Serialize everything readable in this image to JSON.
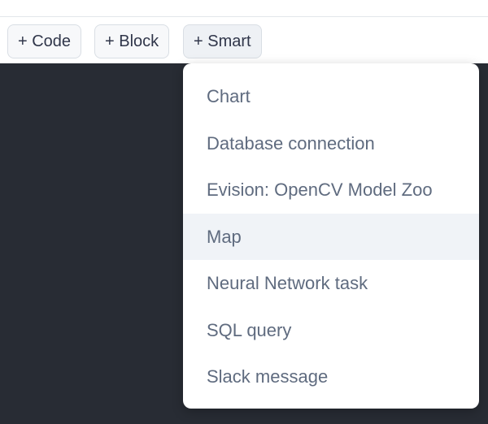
{
  "toolbar": {
    "buttons": [
      {
        "label": "+ Code"
      },
      {
        "label": "+ Block"
      },
      {
        "label": "+ Smart"
      }
    ]
  },
  "smart_menu": {
    "items": [
      {
        "label": "Chart"
      },
      {
        "label": "Database connection"
      },
      {
        "label": "Evision: OpenCV Model Zoo"
      },
      {
        "label": "Map"
      },
      {
        "label": "Neural Network task"
      },
      {
        "label": "SQL query"
      },
      {
        "label": "Slack message"
      }
    ],
    "hovered_item": "Map"
  },
  "colors": {
    "editor_background": "#282c34",
    "menu_text": "#5f6b7f",
    "menu_hover": "#f0f3f7"
  }
}
